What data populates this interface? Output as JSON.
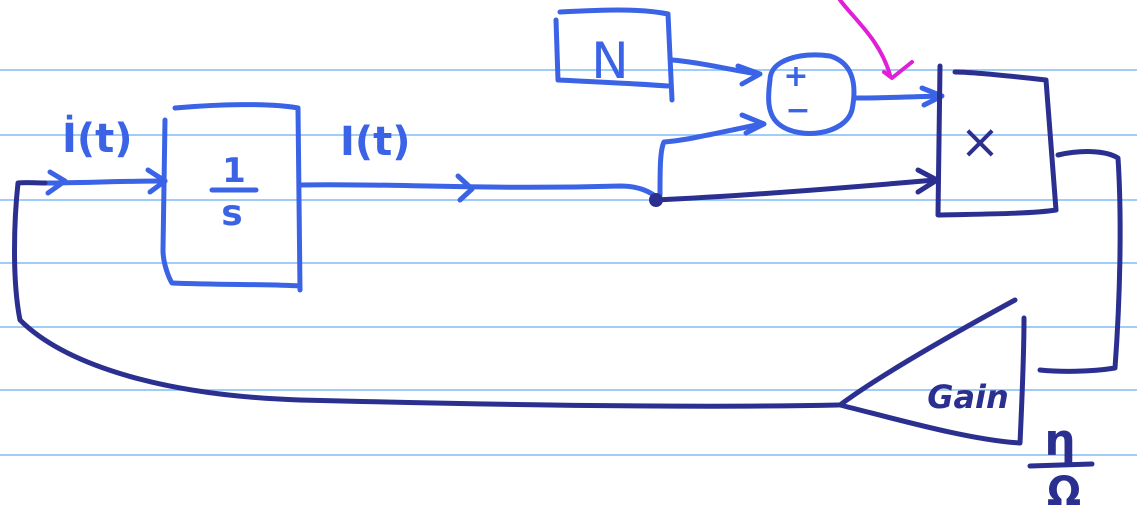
{
  "diagram": {
    "colors": {
      "paper": "#ffffff",
      "ruled_line": "#9fcdf7",
      "light_ink": "#3b63e6",
      "dark_ink": "#2b2f8f",
      "highlight": "#e01fd6"
    },
    "blocks": {
      "integrator_top": "1",
      "integrator_bottom": "s",
      "constant": "N",
      "multiply": "×",
      "gain": "Gain"
    },
    "summer": {
      "top_sign": "+",
      "bottom_sign": "−"
    },
    "signals": {
      "input": "İ(t)",
      "integrator_output": "I(t)"
    },
    "gain_value": {
      "numerator": "η",
      "denominator": "Ω"
    }
  }
}
